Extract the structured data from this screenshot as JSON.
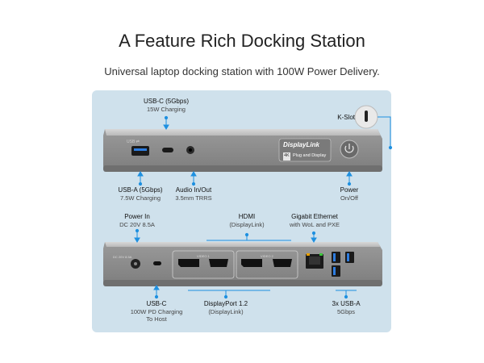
{
  "header": {
    "title": "A Feature Rich Docking Station",
    "subtitle": "Universal laptop docking station with 100W Power Delivery."
  },
  "front": {
    "usb_c": {
      "line1": "USB-C (5Gbps)",
      "line2": "15W Charging"
    },
    "kslot": {
      "line1": "K-Slot"
    },
    "usb_a": {
      "line1": "USB-A (5Gbps)",
      "line2": "7.5W Charging"
    },
    "audio": {
      "line1": "Audio In/Out",
      "line2": "3.5mm TRRS"
    },
    "power": {
      "line1": "Power",
      "line2": "On/Off"
    },
    "logo": {
      "brand": "DisplayLink",
      "tag_4k": "4K",
      "tag_text": "Plug and Display"
    },
    "port_label": "USB ⇄"
  },
  "rear": {
    "power_in": {
      "line1": "Power In",
      "line2": "DC 20V 8.5A"
    },
    "hdmi": {
      "line1": "HDMI",
      "line2": "(DisplayLink)"
    },
    "ethernet": {
      "line1": "Gigabit Ethernet",
      "line2": "with WoL and PXE"
    },
    "usb_c": {
      "line1": "USB-C",
      "line2": "100W PD Charging",
      "line3": "To Host"
    },
    "displayport": {
      "line1": "DisplayPort 1.2",
      "line2": "(DisplayLink)"
    },
    "usb_a": {
      "line1": "3x USB-A",
      "line2": "5Gbps"
    },
    "video1": "VIDEO 1",
    "video2": "VIDEO 2",
    "dc_label": "DC 20V 8.5A"
  },
  "colors": {
    "panel": "#cfe1ec",
    "callout": "#1e90e0",
    "dock_body": "#9b9b9b",
    "dock_face": "#8a8a8a"
  }
}
